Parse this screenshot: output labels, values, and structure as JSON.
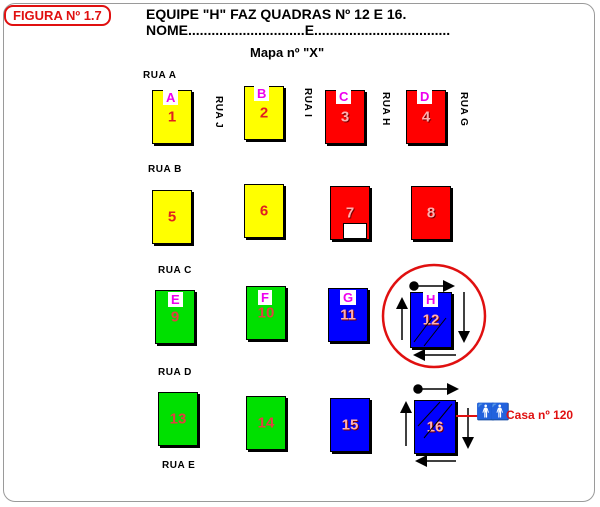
{
  "figure_label": "FIGURA Nº 1.7",
  "header": {
    "title": "EQUIPE \"H\" FAZ QUADRAS Nº 12 E 16.",
    "name_line": "NOME..............................E...................................",
    "map_title": "Mapa nº \"X\""
  },
  "streets": {
    "a": "RUA  A",
    "b": "RUA  B",
    "c": "RUA  C",
    "d": "RUA  D",
    "e": "RUA  E",
    "j": "RUA J",
    "i": "RUA I",
    "h": "RUA H",
    "g": "RUA G"
  },
  "blocks": [
    {
      "number": "1",
      "tag": "A",
      "color": "#ffff00"
    },
    {
      "number": "2",
      "tag": "B",
      "color": "#ffff00"
    },
    {
      "number": "3",
      "tag": "C",
      "color": "#ff0000"
    },
    {
      "number": "4",
      "tag": "D",
      "color": "#ff0000"
    },
    {
      "number": "5",
      "tag": "",
      "color": "#ffff00"
    },
    {
      "number": "6",
      "tag": "",
      "color": "#ffff00"
    },
    {
      "number": "7",
      "tag": "",
      "color": "#ff0000"
    },
    {
      "number": "8",
      "tag": "",
      "color": "#ff0000"
    },
    {
      "number": "9",
      "tag": "E",
      "color": "#00e000"
    },
    {
      "number": "10",
      "tag": "F",
      "color": "#00e000"
    },
    {
      "number": "11",
      "tag": "G",
      "color": "#0000ff"
    },
    {
      "number": "12",
      "tag": "H",
      "color": "#0000ff"
    },
    {
      "number": "13",
      "tag": "",
      "color": "#00e000"
    },
    {
      "number": "14",
      "tag": "",
      "color": "#00e000"
    },
    {
      "number": "15",
      "tag": "",
      "color": "#0000ff"
    },
    {
      "number": "16",
      "tag": "",
      "color": "#0000ff"
    }
  ],
  "annotation": {
    "house_label": "Casa nº 120"
  }
}
